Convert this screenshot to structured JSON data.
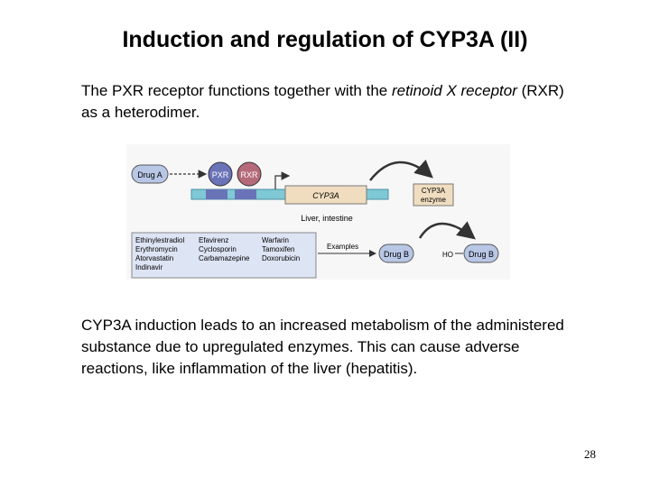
{
  "slide": {
    "title": "Induction and regulation of CYP3A (II)",
    "intro": {
      "part1": "The PXR receptor functions together with the ",
      "italic1": "retinoid X receptor",
      "part2": " (RXR) as a heterodimer."
    },
    "outro": "CYP3A induction leads to an increased metabolism of the administered substance due to upregulated enzymes. This can cause adverse reactions, like inflammation of the liver (hepatitis).",
    "page_number": "28"
  },
  "figure": {
    "drug_a": "Drug A",
    "pxr": "PXR",
    "rxr": "RXR",
    "gene": "CYP3A",
    "enzyme_line1": "CYP3A",
    "enzyme_line2": "enzyme",
    "tissue": "Liver, intestine",
    "examples_label": "Examples",
    "drug_b": "Drug B",
    "ho": "HO",
    "drug_b_metabolite": "Drug B",
    "examples": [
      [
        "Ethinylestradiol",
        "Efavirenz",
        "Warfarin"
      ],
      [
        "Erythromycin",
        "Cyclosporin",
        "Tamoxifen"
      ],
      [
        "Atorvastatin",
        "Carbamazepine",
        "Doxorubicin"
      ],
      [
        "Indinavir",
        "",
        ""
      ]
    ],
    "colors": {
      "pxr": "#6a73b8",
      "rxr": "#b56a7a",
      "dna": "#7fc9d6",
      "gene_box": "#f0ddc0",
      "enzyme_box": "#f0ddc0",
      "drug_node": "#b9c7e6",
      "examples_box": "#dde4f4",
      "arrow": "#333333"
    }
  }
}
